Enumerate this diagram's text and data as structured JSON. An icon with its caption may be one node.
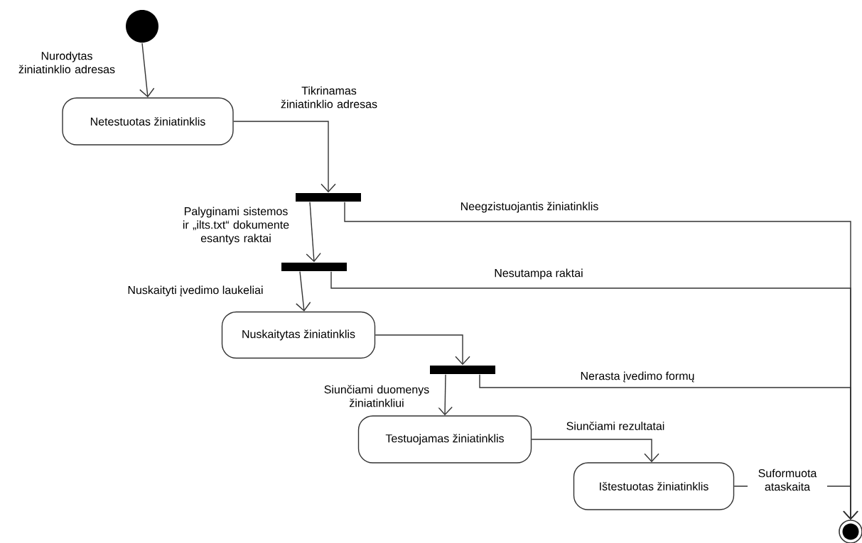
{
  "diagram": {
    "nodes": [
      {
        "text": [],
        "shape": "circle"
      },
      {
        "text": [
          "Netestuotas žiniatinklis"
        ]
      },
      {
        "text": [],
        "shape": "bar"
      },
      {
        "text": [],
        "shape": "bar"
      },
      {
        "text": [
          "Nuskaitytas žiniatinklis"
        ]
      },
      {
        "text": [],
        "shape": "bar"
      },
      {
        "text": [
          "Testuojamas žiniatinklis"
        ]
      },
      {
        "text": [
          "Ištestuotas žiniatinklis"
        ]
      },
      {
        "text": [],
        "shape": "circle"
      }
    ],
    "edges": [
      {
        "from": 0,
        "to": 1,
        "arrow": "to",
        "label": "Nurodytas žiniatinklio adresas"
      },
      {
        "from": 1,
        "to": 2,
        "arrow": "to",
        "label": "Tikrinamas žiniatinklio adresas"
      },
      {
        "from": 2,
        "to": 3,
        "arrow": "to",
        "label": "Palyginami sistemos ir „ilts.txt“ dokumente esantys raktai"
      },
      {
        "from": 2,
        "to": 8,
        "arrow": "to",
        "label": "Neegzistuojantis žiniatinklis"
      },
      {
        "from": 3,
        "to": 4,
        "arrow": "to",
        "label": "Nuskaityti įvedimo laukeliai"
      },
      {
        "from": 3,
        "to": 8,
        "arrow": "to",
        "label": "Nesutampa raktai"
      },
      {
        "from": 4,
        "to": 5,
        "arrow": "to"
      },
      {
        "from": 5,
        "to": 6,
        "arrow": "to",
        "label": "Siunčiami duomenys žiniatinkliui"
      },
      {
        "from": 5,
        "to": 8,
        "arrow": "to",
        "label": "Nerasta įvedimo formų"
      },
      {
        "from": 6,
        "to": 7,
        "arrow": "to",
        "label": "Siunčiami rezultatai"
      },
      {
        "from": 7,
        "to": 8,
        "arrow": "to",
        "label": "Suformuota ataskaita"
      }
    ]
  }
}
